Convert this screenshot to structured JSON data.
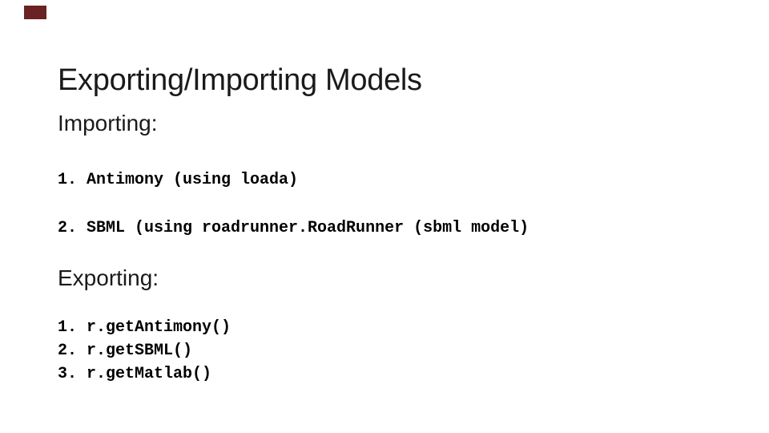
{
  "slide": {
    "title": "Exporting/Importing Models",
    "accent_color": "#6b2222",
    "sections": [
      {
        "heading": "Importing:",
        "items": [
          "1. Antimony (using loada)",
          "2. SBML (using roadrunner.RoadRunner (sbml model)"
        ]
      },
      {
        "heading": "Exporting:",
        "items": [
          "1. r.getAntimony()",
          "2. r.getSBML()",
          "3. r.getMatlab()"
        ]
      }
    ]
  }
}
